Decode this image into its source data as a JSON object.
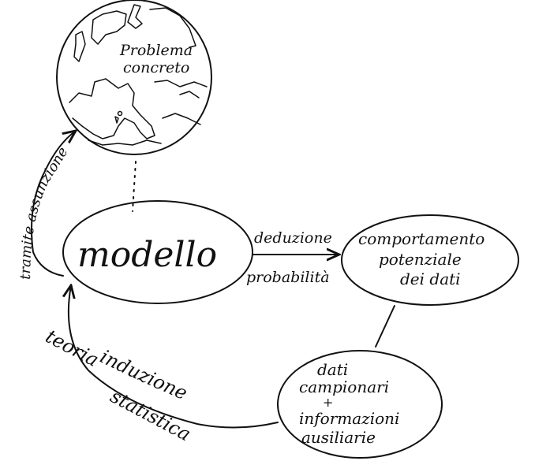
{
  "nodes": {
    "problema": [
      "Problema",
      "concreto"
    ],
    "modello": "modello",
    "comportamento": [
      "comportamento",
      "potenziale",
      "dei dati"
    ],
    "dati": [
      "dati",
      "campionari",
      "+",
      "informazioni",
      "ausiliarie"
    ]
  },
  "edges": {
    "assunzione": "tramite assunzione",
    "deduzione": "deduzione",
    "probabilita": "probabilità",
    "induzione": "induzione",
    "teoria": "teoria",
    "statistica": "statistica"
  }
}
